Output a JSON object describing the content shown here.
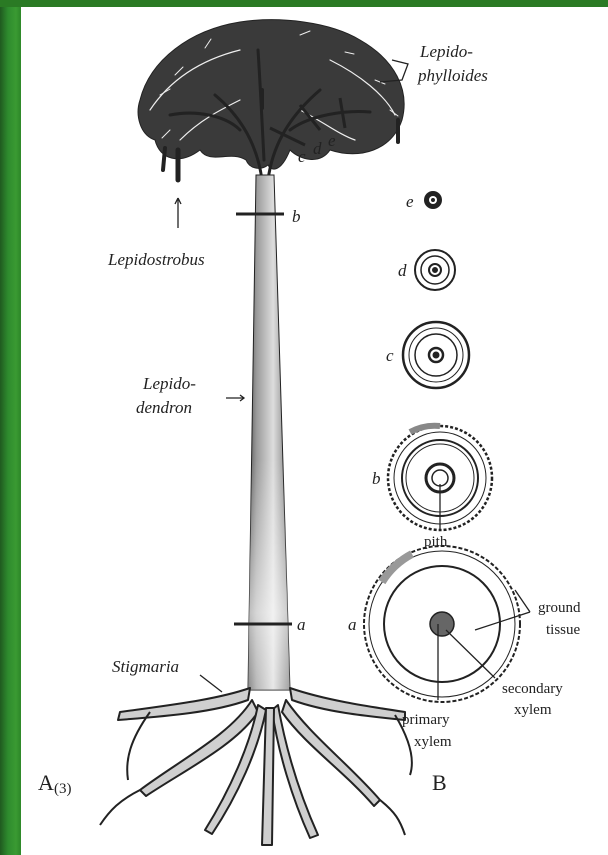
{
  "panel_a": {
    "letter": "A",
    "subscript": "(3)",
    "labels": {
      "lepidophylloides_1": "Lepido-",
      "lepidophylloides_2": "phylloides",
      "lepidostrobus": "Lepidostrobus",
      "lepidodendron_1": "Lepido-",
      "lepidodendron_2": "dendron",
      "stigmaria": "Stigmaria"
    },
    "section_marks": [
      "a",
      "b",
      "c",
      "d",
      "e"
    ]
  },
  "panel_b": {
    "letter": "B",
    "sections": [
      "e",
      "d",
      "c",
      "b",
      "a"
    ],
    "labels": {
      "pith": "pith",
      "ground_tissue_1": "ground",
      "ground_tissue_2": "tissue",
      "secondary_xylem_1": "secondary",
      "secondary_xylem_2": "xylem",
      "primary_xylem_1": "primary",
      "primary_xylem_2": "xylem"
    }
  },
  "colors": {
    "frame_green": "#2e8b2e",
    "ink": "#222222"
  }
}
